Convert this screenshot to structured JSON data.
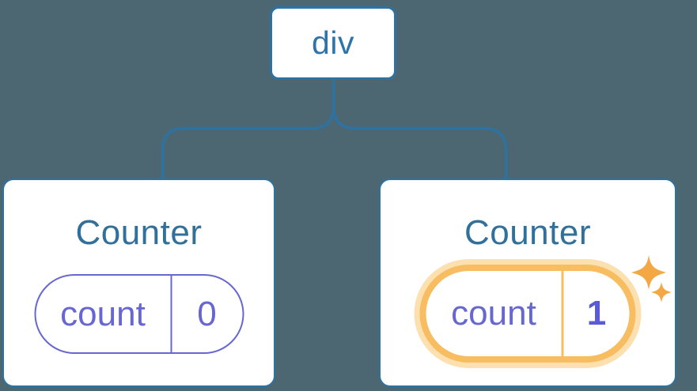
{
  "diagram": {
    "background_color": "#4C6771",
    "root_node": {
      "label": "div"
    },
    "connector": {
      "style": "tree-branch",
      "color": "#2E72A2"
    },
    "counters": [
      {
        "title": "Counter",
        "state_label": "count",
        "state_value": "0",
        "highlighted": false
      },
      {
        "title": "Counter",
        "state_label": "count",
        "state_value": "1",
        "highlighted": true
      }
    ],
    "icons": {
      "sparkles": "two four-pointed stars marking updated state"
    },
    "colors": {
      "node_blue": "#2E74A8",
      "line_blue": "#2E72A2",
      "title_blue": "#30709A",
      "state_purple": "#6767D2",
      "value_purple": "#5B5BD6",
      "highlight_orange": "#F8BC61",
      "highlight_glow": "#FCE0B0",
      "sparkle_orange": "#F3A844",
      "card_background": "#FFFFFF"
    }
  }
}
